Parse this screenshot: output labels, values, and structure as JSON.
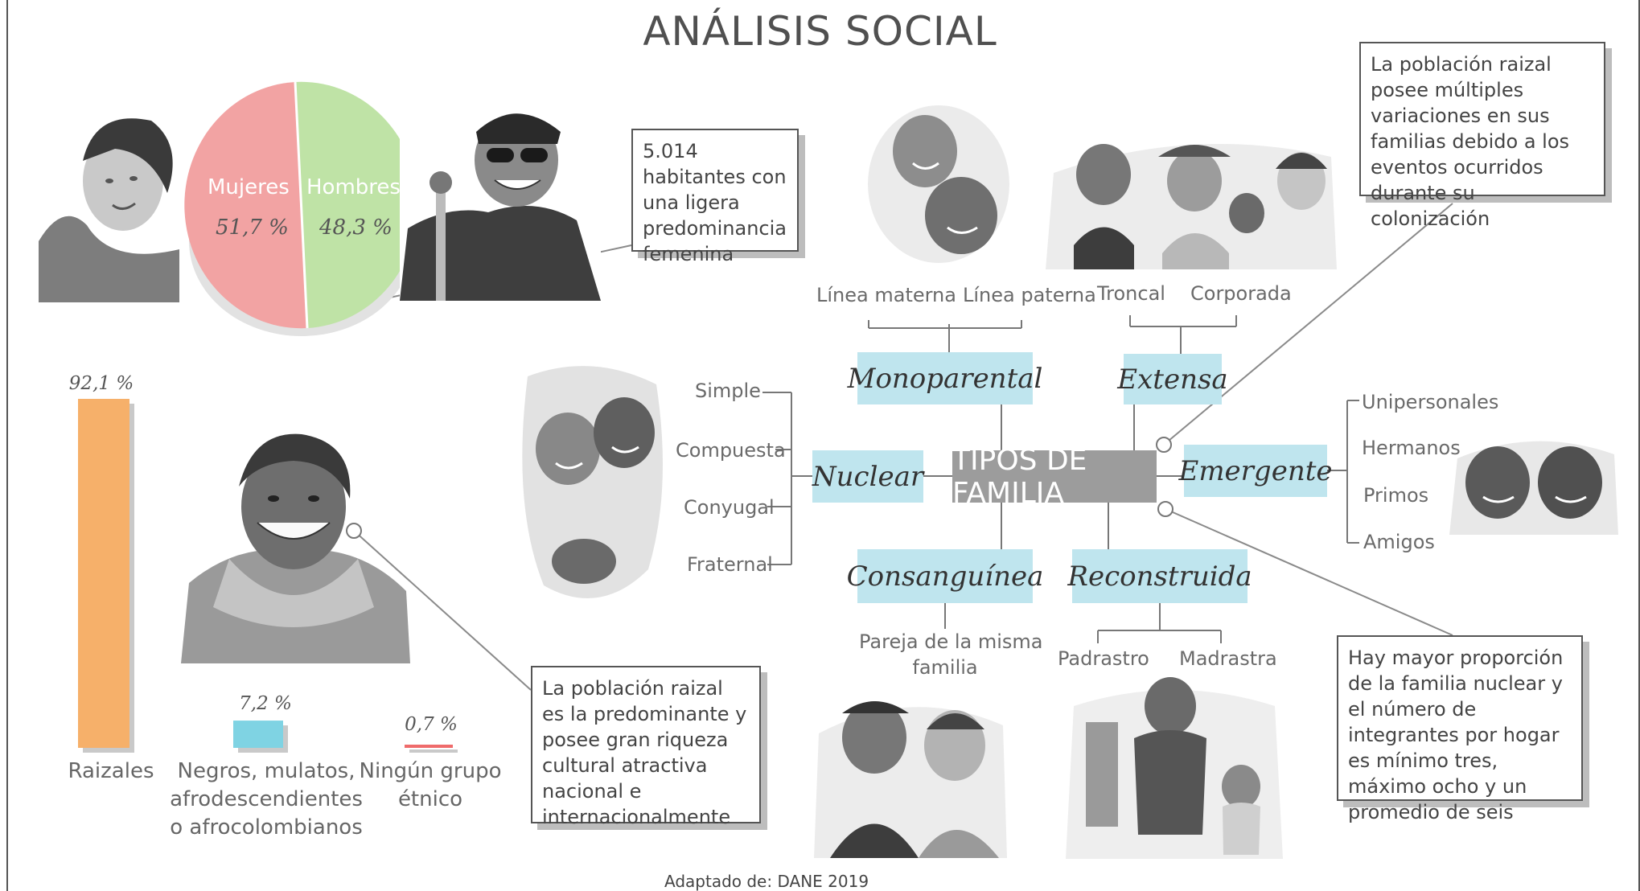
{
  "title": "ANÁLISIS SOCIAL",
  "gender": {
    "women_label": "Mujeres",
    "women_value": "51,7 %",
    "men_label": "Hombres",
    "men_value": "48,3 %",
    "women_color": "#f2a3a3",
    "men_color": "#bfe3a6",
    "callout": "5.014 habitantes con una ligera predominancia femenina"
  },
  "chart_data": {
    "type": "bar",
    "categories": [
      "Raizales",
      "Negros, mulatos, afrodescendientes o afrocolombianos",
      "Ningún grupo étnico"
    ],
    "values": [
      92.1,
      7.2,
      0.7
    ],
    "value_labels": [
      "92,1 %",
      "7,2 %",
      "0,7 %"
    ],
    "colors": [
      "#f6b06a",
      "#7fd3e3",
      "#ef6b6b"
    ],
    "title": "",
    "xlabel": "",
    "ylabel": ""
  },
  "ethnic_labels": {
    "raizales": "Raizales",
    "negros": [
      "Negros, mulatos,",
      "afrodescendientes",
      "o afrocolombianos"
    ],
    "ninguno": [
      "Ningún grupo",
      "étnico"
    ]
  },
  "ethnic_callout": "La población raizal es la predominante y posee gran riqueza cultural atractiva nacional e internacionalmente",
  "family": {
    "center": "TIPOS DE FAMILIA",
    "types": {
      "monoparental": "Monoparental",
      "extensa": "Extensa",
      "nuclear": "Nuclear",
      "emergente": "Emergente",
      "consanguinea": "Consanguínea",
      "reconstruida": "Reconstruida"
    },
    "monoparental_subs": [
      "Línea materna",
      "Línea paterna"
    ],
    "extensa_subs": [
      "Troncal",
      "Corporada"
    ],
    "nuclear_subs": [
      "Simple",
      "Compuesta",
      "Conyugal",
      "Fraternal"
    ],
    "emergente_subs": [
      "Unipersonales",
      "Hermanos",
      "Primos",
      "Amigos"
    ],
    "consanguinea_subs": [
      "Pareja de la misma",
      "familia"
    ],
    "reconstruida_subs": [
      "Padrastro",
      "Madrastra"
    ],
    "callout_top": "La población raizal posee múltiples variaciones en sus familias debido a los eventos ocurridos durante su colonización",
    "callout_bottom": "Hay mayor proporción de la familia nuclear y el número de integrantes por hogar es mínimo tres, máximo ocho y un promedio de seis"
  },
  "footer": "Adaptado de: DANE 2019"
}
